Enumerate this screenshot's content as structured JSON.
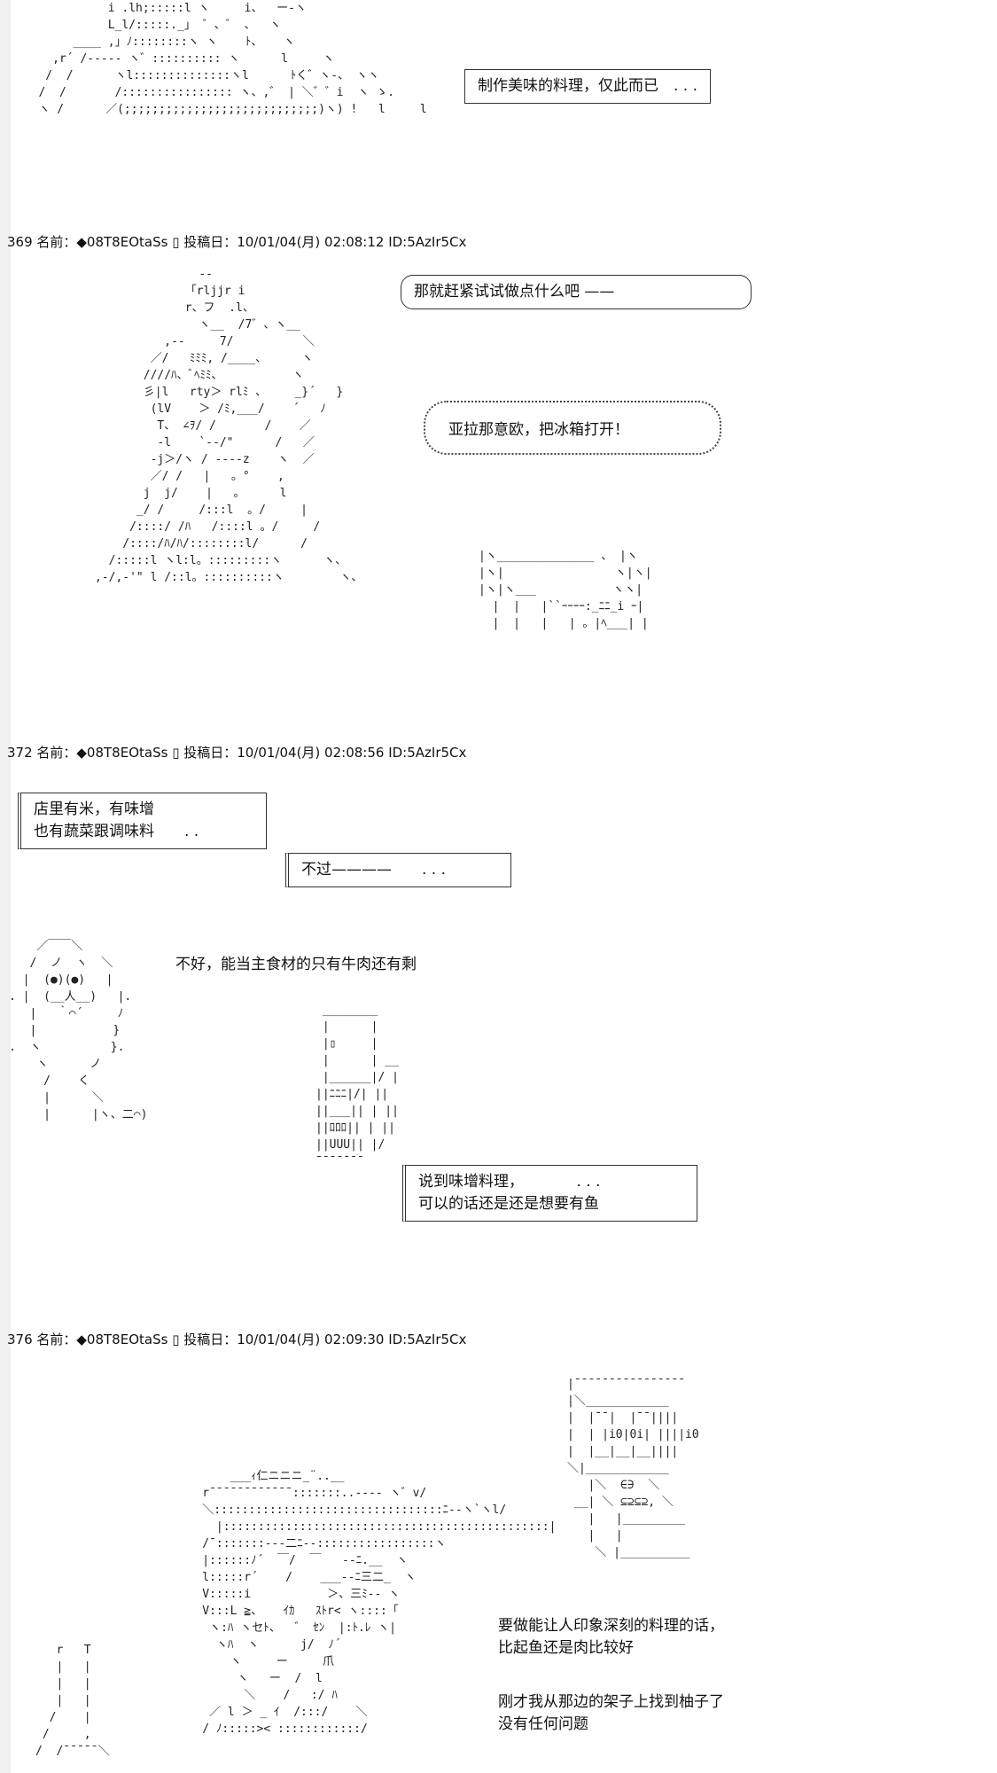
{
  "posts": [
    {
      "header": "369 名前：◆08T8EOtaSs ▯ 投稿日：10/01/04(月) 02:08:12 ID:5AzIr5Cx",
      "bubbles": [
        "那就赶紧试试做点什么吧 ——",
        "亚拉那意欧，把冰箱打开！"
      ]
    },
    {
      "header": "372 名前：◆08T8EOtaSs ▯ 投稿日：10/01/04(月) 02:08:56 ID:5AzIr5Cx",
      "bubbles": [
        "店里有米，有味增\n也有蔬菜跟调味料　　. .",
        "不过————　　. . .",
        "不好，能当主食材的只有牛肉还有剩",
        "说到味增料理，　　　　. . .\n可以的话还是还是想要有鱼"
      ]
    },
    {
      "header": "376 名前：◆08T8EOtaSs ▯ 投稿日：10/01/04(月) 02:09:30 ID:5AzIr5Cx",
      "bubbles": [
        "要做能让人印象深刻的料理的话，\n比起鱼还是肉比较好",
        "刚才我从那边的架子上找到柚子了\n没有任何问题"
      ]
    }
  ],
  "top_bubble": "制作美味的料理，仅此而已　. . .",
  "aa": {
    "top_figure": "             i .lh;:::::l ヽ     i、  ー-ヽ\n             L_l/:::::._」 ゛、゛ 、  ヽ\n        ____ ,」ﾉ::::::::ヽ ヽ    ﾄ、   ヽ\n     ,r´ /----- ヽ゛:::::::::: ヽ      l     ヽ\n    /  /      ヽl::::::::::::::ヽl      ﾄく゛ヽ-、 ヽヽ\n   /  /       /:::::::::::::::: ヽ、,゛ | ＼゛゛i  ヽ ゝ.\n   ヽ /      ／(;;;;;;;;;;;;;;;;;;;;;;;;;;;;)ヽ) !   l     l",
    "lean_figure": "                     ‐‐\n                   「rljjr i\n                   r、フ  .l、\n                     ヽ__  /7゛、ヽ__\n                ,--     7/          ＼\n              ／/   ﾐﾐﾐ, /____、     ヽ\n             ////ﾊ、ﾞﾍﾐﾐ、          ヽ\n             彡|l   rty＞ rlﾐ 、    _}´   }\n              (lV    ＞ /ﾐ,___/    ´   ﾉ\n               T、 ∠ｦ/ /       /    ／\n               -l    `--/\"      /   ／\n              -j＞/ヽ / ----z    ヽ  ／\n              ／/ /   |   。°    ,\n             j  j/    |   。     l\n            _/ /     /:::l  。/     |\n           /::::/ /ﾊ   /::::l 。/     /\n          /::::/ﾊ/ﾊ/::::::::l/      /\n        /:::::l ヽl:l。:::::::::ヽ      ヽ、\n      ,-/,-'\" l /::l。::::::::::ヽ        ヽ、",
    "counter": "|ヽ______________ 、 |ヽ\n|ヽ|                ヽ|ヽ|\n|ヽ|ヽ___           ヽヽ|\n  |  |   |``ｰｰｰｰ:_ﾆﾆ_i ｰ|\n  |  |   |   | 。|ﾍ___| |",
    "small_figure": "    ／￣￣＼\n   /  ノ  ヽ  ＼\n  |  (●)(●)   |\n. |  (__人__)   |.\n   |   ｀⌒´     ﾉ\n   |           }\n.  ヽ          }.\n    ヽ      ノ\n     /    く\n     |      ＼\n     |      |ヽ、二⌒)",
    "fridge": " ________\n |      |\n |▯     |\n |      | __\n |______|/ |\n||ﾆﾆﾆ|/| ||\n||___|| | ||\n||ﾛﾛﾛ|| | ||\n||UUU|| |/\n¯¯¯¯¯¯¯",
    "shelf": "|¯¯¯¯¯¯¯¯¯¯¯¯¯¯¯¯\n|＼____________\n|  |¯¯|  |¯¯||||\n|  | |i0|0i| ||||i0\n|  |__|__|__||||\n＼|____________\n   |＼  ∈∋  ＼\n __| ＼ ⊆⊇⊆⊇, ＼\n   |   |_________\n   |   |\n    ＼ |__________",
    "chef": "              ___ｨ仁ニニニ_¨..__\n          r¯¯¯¯¯¯¯¯¯¯¯¯:::::::..---- ヽ゛v/\n          ＼:::::::::::::::::::::::::::::::::ﾆ--ヽ`ヽl/\n            |:::::::::::::::::::::::::::::::::::::::::::::::|\n          /¯:::::::---二ﾆ--:::::::::::::::::ヽ\n          |::::::ﾉ´  ￣/  ￣   --ﾆ.__  ヽ\n          l:::::r´    /    ___--ﾆ三二_  ヽ\n          V:::::i           ＞、三ﾐ-- ヽ\n          V:::L ≧、   ｲｶ   ｽﾄr< ヽ::::「\n           ヽ:ﾊ ヽセﾄ、  ゛ ｾﾝ  |:ﾄ.ﾚ ヽ|\n            ヽﾊ  ヽ      j/  ﾉ´\n              ヽ     ー     爪\n               ヽ   ー  /  l\n                ＼    /   :/ ﾊ\n           ／ l ＞ _ ｲ  /:::/    ＼\n          / ﾉ:::::>< ::::::::::::/",
    "bottom_left_lines": "   r   T\n   |   |\n   |   |\n   |   |\n  /    |\n /     ,\n/  /¯¯¯¯¯＼"
  }
}
